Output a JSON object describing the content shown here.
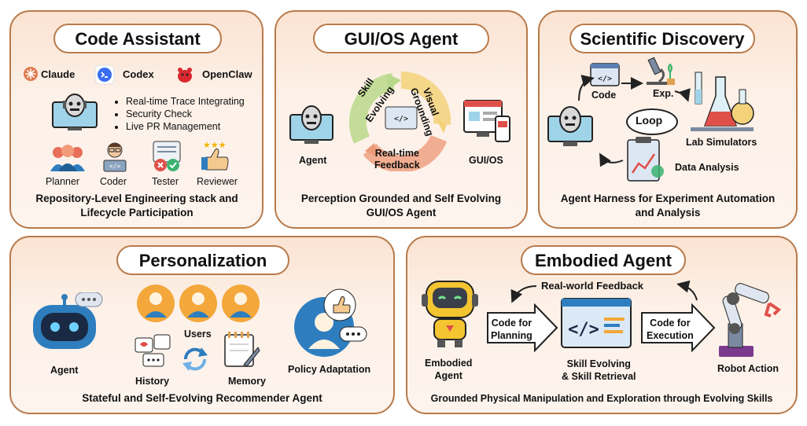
{
  "code_assistant": {
    "title": "Code Assistant",
    "tools": [
      "Claude",
      "Codex",
      "OpenClaw"
    ],
    "features": [
      "Real-time Trace Integrating",
      "Security Check",
      "Live PR Management"
    ],
    "roles": [
      "Planner",
      "Coder",
      "Tester",
      "Reviewer"
    ],
    "caption_line1": "Repository-Level Engineering stack and",
    "caption_line2": "Lifecycle Participation"
  },
  "gui_os": {
    "title": "GUI/OS Agent",
    "agent": "Agent",
    "skill1": "Skill",
    "skill2": "Evolving",
    "visual1": "Visual",
    "visual2": "Grounding",
    "feedback1": "Real-time",
    "feedback2": "Feedback",
    "target": "GUI/OS",
    "caption_line1": "Perception Grounded and Self Evolving",
    "caption_line2": "GUI/OS Agent"
  },
  "scientific": {
    "title": "Scientific Discovery",
    "code": "Code",
    "exp": "Exp.",
    "loop": "Loop",
    "lab": "Lab Simulators",
    "analysis": "Data Analysis",
    "caption_line1": "Agent Harness for Experiment Automation",
    "caption_line2": "and Analysis"
  },
  "personalization": {
    "title": "Personalization",
    "agent": "Agent",
    "users": "Users",
    "history": "History",
    "memory": "Memory",
    "policy": "Policy Adaptation",
    "caption": "Stateful and Self-Evolving Recommender Agent"
  },
  "embodied": {
    "title": "Embodied Agent",
    "feedback": "Real-world Feedback",
    "agent1": "Embodied",
    "agent2": "Agent",
    "planning1": "Code for",
    "planning2": "Planning",
    "skill1": "Skill Evolving",
    "skill2": "& Skill Retrieval",
    "exec1": "Code for",
    "exec2": "Execution",
    "robot": "Robot Action",
    "caption": "Grounded Physical Manipulation and Exploration through Evolving Skills"
  }
}
